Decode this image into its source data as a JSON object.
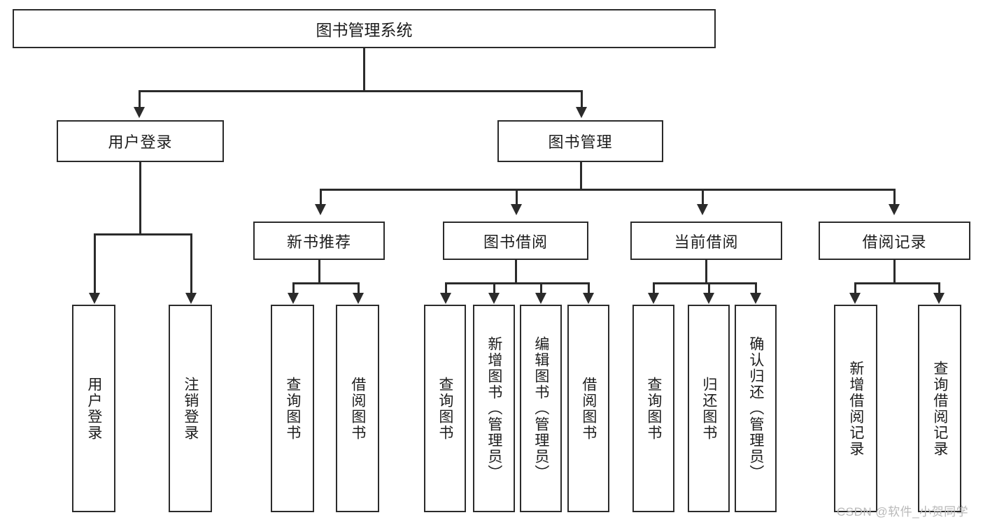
{
  "diagram": {
    "title": "图书管理系统",
    "type": "hierarchy-tree",
    "colors": {
      "stroke": "#2b2b2b",
      "fill": "#ffffff",
      "watermark": "#b9b9b9"
    },
    "levels": {
      "root": {
        "label": "图书管理系统"
      },
      "level2": [
        {
          "label": "用户登录"
        },
        {
          "label": "图书管理"
        }
      ],
      "level3": [
        {
          "label": "新书推荐"
        },
        {
          "label": "图书借阅"
        },
        {
          "label": "当前借阅"
        },
        {
          "label": "借阅记录"
        }
      ],
      "leaves": {
        "user_login": [
          {
            "label": "用户登录"
          },
          {
            "label": "注销登录"
          }
        ],
        "new_book_recommend": [
          {
            "label": "查询图书"
          },
          {
            "label": "借阅图书"
          }
        ],
        "book_borrow": [
          {
            "label": "查询图书"
          },
          {
            "label": "新增图书（管理员）"
          },
          {
            "label": "编辑图书（管理员）"
          },
          {
            "label": "借阅图书"
          }
        ],
        "current_borrow": [
          {
            "label": "查询图书"
          },
          {
            "label": "归还图书"
          },
          {
            "label": "确认归还（管理员）"
          }
        ],
        "borrow_record": [
          {
            "label": "新增借阅记录"
          },
          {
            "label": "查询借阅记录"
          }
        ]
      }
    }
  },
  "watermark": {
    "text": "CSDN @软件_小贺同学"
  }
}
